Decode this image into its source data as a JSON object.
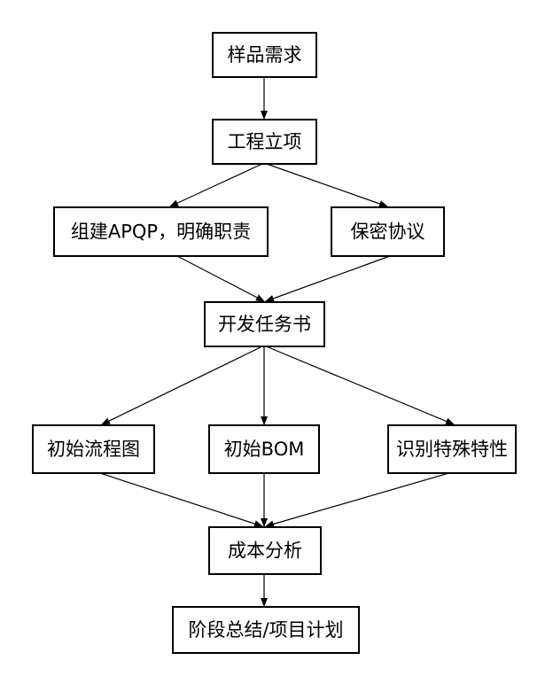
{
  "diagram": {
    "nodes": [
      {
        "id": "sample-demand",
        "label": "样品需求"
      },
      {
        "id": "project-setup",
        "label": "工程立项"
      },
      {
        "id": "apqp-team",
        "label": "组建APQP，明确职责"
      },
      {
        "id": "nda",
        "label": "保密协议"
      },
      {
        "id": "dev-task",
        "label": "开发任务书"
      },
      {
        "id": "init-flow",
        "label": "初始流程图"
      },
      {
        "id": "init-bom",
        "label": "初始BOM"
      },
      {
        "id": "special-char",
        "label": "识别特殊特性"
      },
      {
        "id": "cost-analysis",
        "label": "成本分析"
      },
      {
        "id": "stage-summary",
        "label": "阶段总结/项目计划"
      }
    ],
    "edges": [
      {
        "from": "sample-demand",
        "to": "project-setup"
      },
      {
        "from": "project-setup",
        "to": "apqp-team"
      },
      {
        "from": "project-setup",
        "to": "nda"
      },
      {
        "from": "apqp-team",
        "to": "dev-task"
      },
      {
        "from": "nda",
        "to": "dev-task"
      },
      {
        "from": "dev-task",
        "to": "init-flow"
      },
      {
        "from": "dev-task",
        "to": "init-bom"
      },
      {
        "from": "dev-task",
        "to": "special-char"
      },
      {
        "from": "init-flow",
        "to": "cost-analysis"
      },
      {
        "from": "init-bom",
        "to": "cost-analysis"
      },
      {
        "from": "special-char",
        "to": "cost-analysis"
      },
      {
        "from": "cost-analysis",
        "to": "stage-summary"
      }
    ]
  }
}
